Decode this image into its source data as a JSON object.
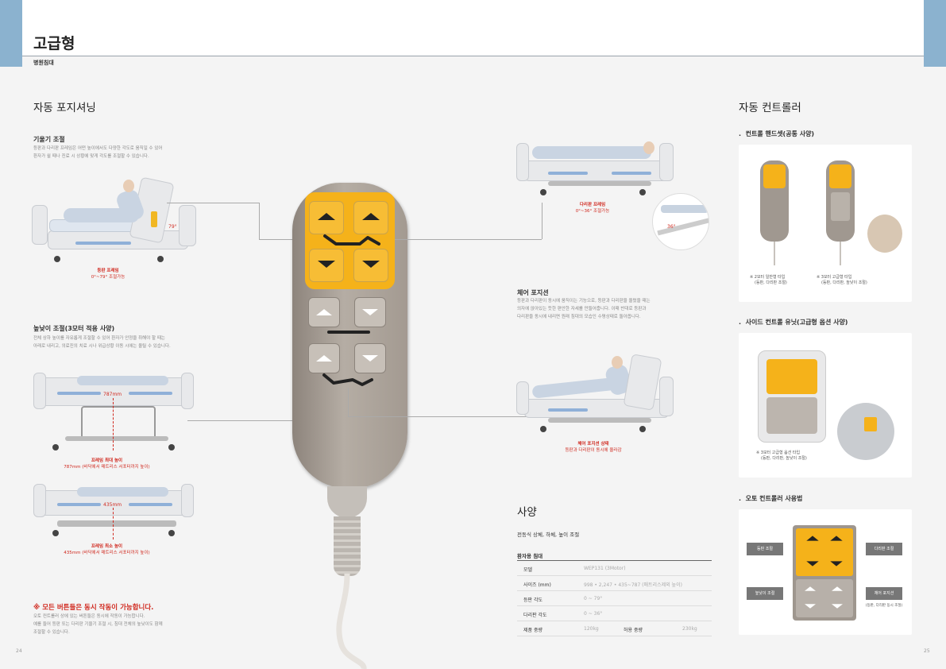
{
  "header": {
    "title": "고급형",
    "subtitle": "병원침대"
  },
  "left": {
    "section_title": "자동 포지셔닝",
    "tilt": {
      "heading": "기울기 조절",
      "desc_1": "등판과 다리판 프레임은 어떤 높이에서도 다양한 각도로 움직일 수 있어",
      "desc_2": "환자가 쉴 때나 진료 시 상황에 맞게 각도를 조절할 수 있습니다.",
      "angle": "79°",
      "cap_title": "등판 프레임",
      "cap_text": "0°~79° 조절가능"
    },
    "height": {
      "heading": "높낮이 조절(3모터 적용 사양)",
      "desc_1": "전체 상하 높이를 자유롭게 조절할 수 있어 환자가 안정을 취해야 할 때는",
      "desc_2": "아래로 내리고, 의료진의 치료 시나 위급상황 이동 시에는 올릴 수 있습니다.",
      "max_dim": "787mm",
      "max_cap_title": "프레임 최대 높이",
      "max_cap_text": "787mm (바닥에서 매트리스 서포터까지 높이)",
      "min_dim": "435mm",
      "min_cap_title": "프레임 최소 높이",
      "min_cap_text": "435mm (바닥에서 매트리스 서포터까지 높이)"
    },
    "note": {
      "title": "※ 모든 버튼들은 동시 작동이 가능합니다.",
      "line_1": "오토 컨트롤러 상에 있는 버튼들은 동시에 작동이 가능합니다.",
      "line_2": "예를 들어 등판 또는 다리판 기울기 조절 시, 침대 전체의 높낮이도 함께",
      "line_3": "조절할 수 있습니다."
    },
    "page_number": "24"
  },
  "middle": {
    "leg": {
      "cap_title": "다리판 프레임",
      "cap_text": "0°~36° 조절가능",
      "angle": "36°"
    },
    "chair": {
      "heading": "체어 포지션",
      "desc_1": "등판과 다리판이 동시에 움직이는 기능으로, 등판과 다리판을 올렸을 때는",
      "desc_2": "의자에 앉아있는 듯한 편안한 자세를 만들어줍니다. 이때 반대로 등판과",
      "desc_3": "다리판을 동시에 내리면 원래 침대의 모습인 수평상태로 돌아옵니다.",
      "cap_title": "체어 포지션 상태",
      "cap_text": "등판과 다리판이 동시에 올라감"
    },
    "spec": {
      "title": "사양",
      "summary": "전동식 상체, 하체, 높이 조절",
      "table_title": "환자용 침대",
      "rows": [
        {
          "k": "모델",
          "v": "WEP131 (3Motor)"
        },
        {
          "k": "사이즈 (mm)",
          "v": "998 • 2,247 • 435~787 (매트리스제외 높이)"
        },
        {
          "k": "등판 각도",
          "v": "0 ~ 79°"
        },
        {
          "k": "다리판 각도",
          "v": "0 ~ 36°"
        }
      ],
      "weight_k": "제품 중량",
      "weight_v": "120kg",
      "load_k": "허용 중량",
      "load_v": "230kg"
    }
  },
  "right": {
    "section_title": "자동 컨트롤러",
    "handset": {
      "heading": "컨트롤 핸드셋(공통 사양)",
      "cap1_title": "※ 2모터 일반형 타입",
      "cap1_text": "(등판, 다리판 조절)",
      "cap2_title": "※ 3모터 고급형 타입",
      "cap2_text": "(등판, 다리판, 높낮이 조절)"
    },
    "side": {
      "heading": "사이드 컨트롤 유닛(고급형 옵션 사양)",
      "cap_title": "※ 3모터 고급형 옵션 타입",
      "cap_text": "(등판, 다리판, 높낮이 조절)"
    },
    "usage": {
      "heading": "오토 컨트롤러 사용법",
      "lbl_back": "등판 조절",
      "lbl_leg": "다리판 조절",
      "lbl_height": "높낮이 조절",
      "lbl_chair": "체어 포지션",
      "lbl_chair_sub": "(등판, 다리판 동시 조절)"
    },
    "page_number": "25"
  }
}
